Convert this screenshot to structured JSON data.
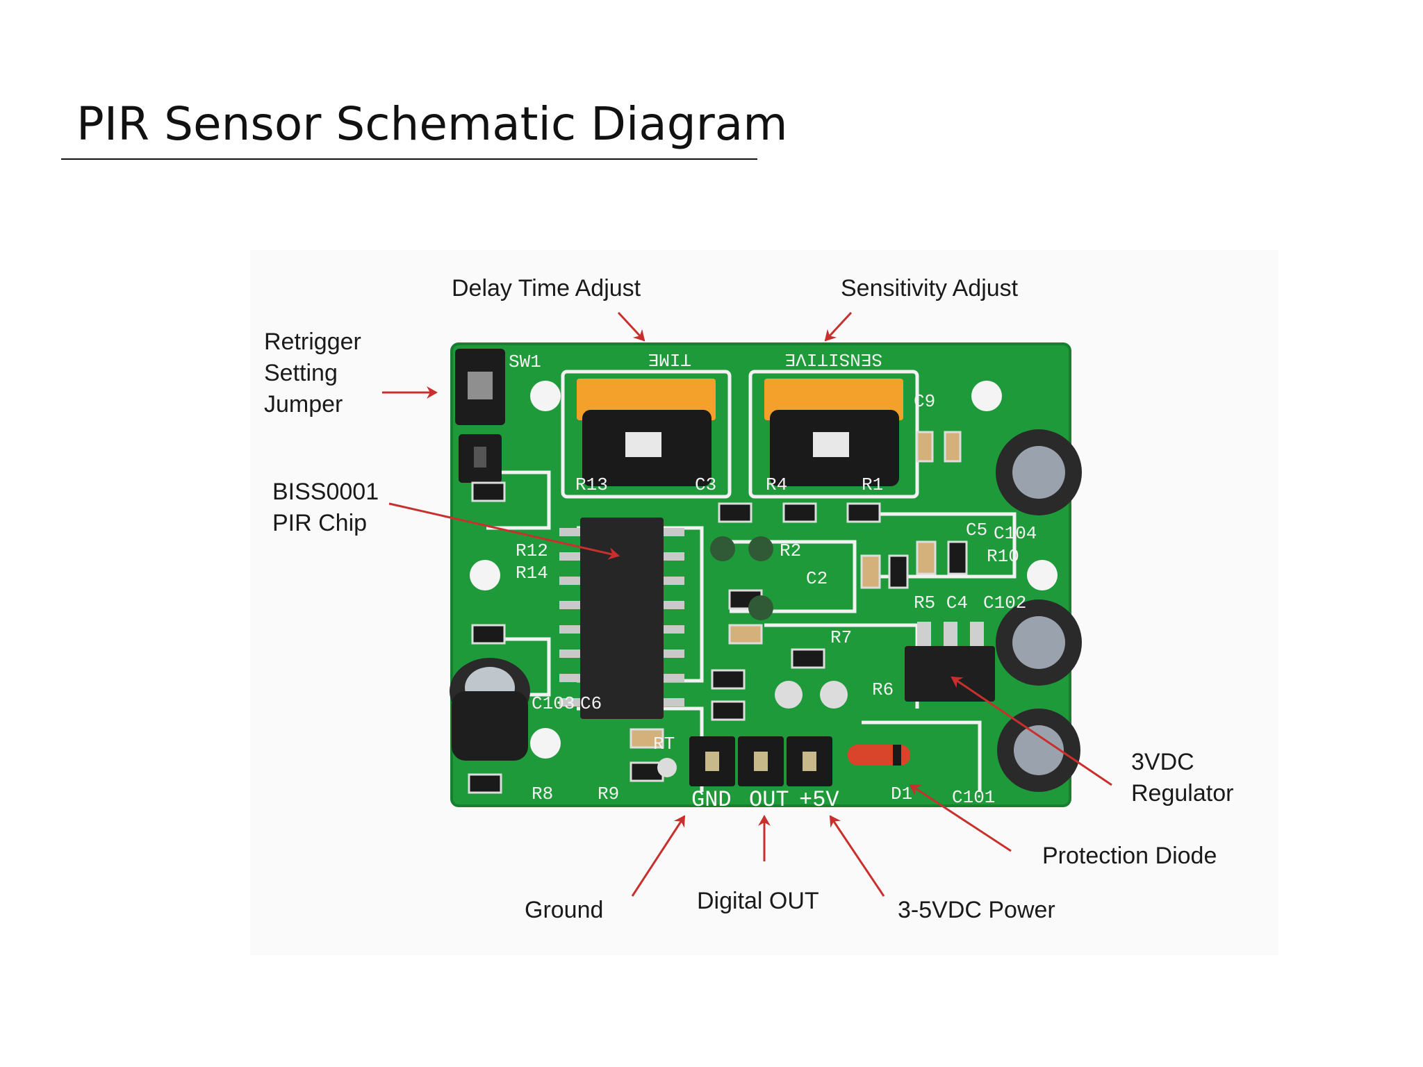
{
  "title": "PIR Sensor Schematic Diagram",
  "callouts": {
    "delay_time": "Delay Time Adjust",
    "sensitivity": "Sensitivity Adjust",
    "retrigger_1": "Retrigger",
    "retrigger_2": "Setting",
    "retrigger_3": "Jumper",
    "chip_1": "BISS0001",
    "chip_2": "PIR Chip",
    "regulator_1": "3VDC",
    "regulator_2": "Regulator",
    "diode": "Protection Diode",
    "ground": "Ground",
    "digital_out": "Digital OUT",
    "power": "3-5VDC Power"
  },
  "board_labels": {
    "time": "TIME",
    "sensitive": "SENSITIVE",
    "sw1": "SW1",
    "gnd": "GND",
    "out": "OUT",
    "plus5v": "+5V",
    "d1": "D1",
    "c101": "C101",
    "c102": "C102",
    "c103": "C103",
    "c104": "C104",
    "r13": "R13",
    "r4": "R4",
    "r1": "R1",
    "r2": "R2",
    "c2": "C2",
    "r7": "R7",
    "r6": "R6",
    "r8": "R8",
    "r9": "R9",
    "r10": "R10",
    "r12": "R12",
    "r14": "R14",
    "c3": "C3",
    "c5": "C5",
    "c6": "C6",
    "c9": "C9",
    "r5c4": "R5 C4",
    "rt": "RT"
  },
  "colors": {
    "board_green": "#1f9a3a",
    "trace_white": "#f2f2f2",
    "arrow_red": "#c8302d",
    "pot_orange": "#f4a12c"
  }
}
